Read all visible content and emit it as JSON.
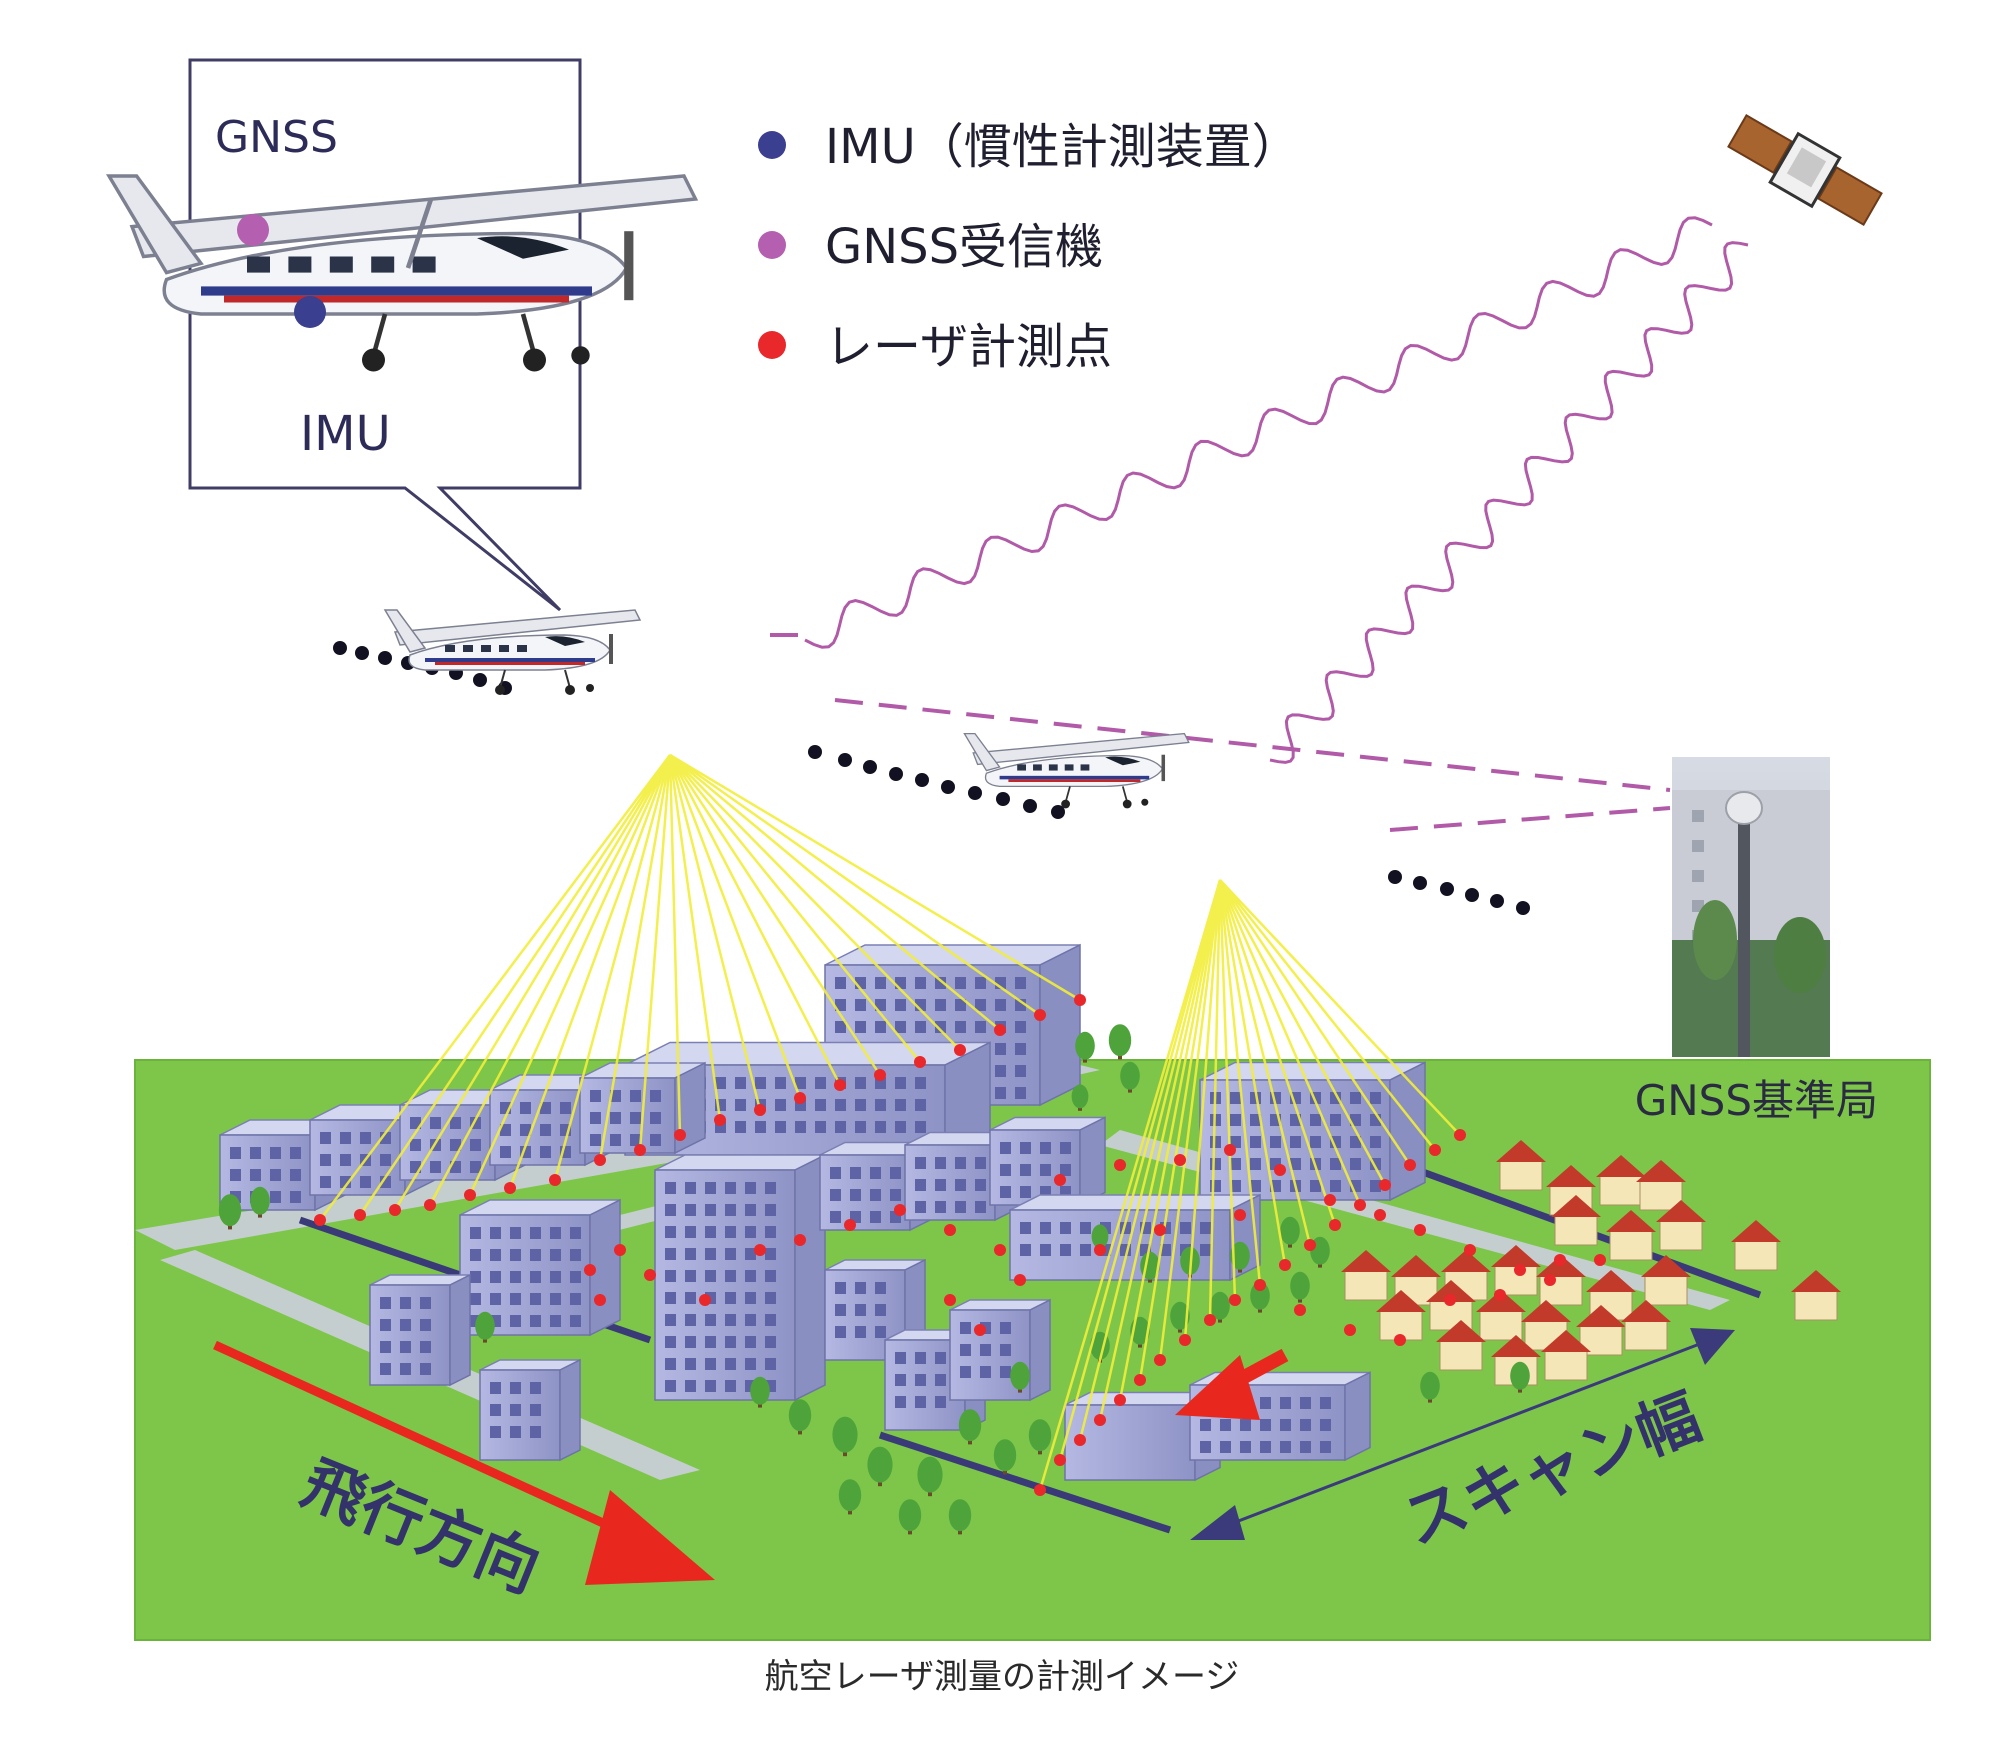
{
  "inset": {
    "gnss_label": "GNSS",
    "imu_label": "IMU"
  },
  "legend": {
    "items": [
      {
        "label": "IMU（慣性計測装置）",
        "color": "#3b3f8f"
      },
      {
        "label": "GNSS受信機",
        "color": "#b45fb0"
      },
      {
        "label": "レーザ計測点",
        "color": "#e8282a"
      }
    ]
  },
  "labels": {
    "gnss_station": "GNSS基準局",
    "flight_direction": "飛行方向",
    "scan_width": "スキャン幅",
    "caption": "航空レーザ測量の計測イメージ"
  },
  "colors": {
    "ground": "#7dc64a",
    "laser": "#f2ee3a",
    "signal": "#b15aa8",
    "flight_arrow": "#e8281e",
    "scan_arrow": "#3b3a7a",
    "building": "#a7abd8",
    "house_roof": "#c23a2a",
    "house_wall": "#f5e6b8",
    "tree": "#4ea33a"
  }
}
